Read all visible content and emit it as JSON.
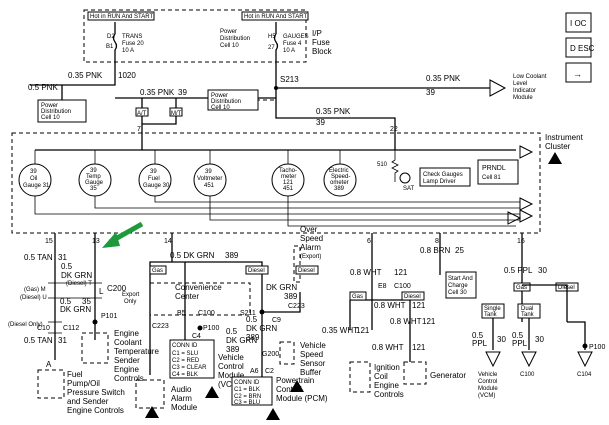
{
  "fuse_block": {
    "hot_left": "Hot in RUN And START",
    "hot_right": "Hot in RUN And START",
    "fuse20_pins": [
      "D2",
      "B1"
    ],
    "fuse20_lines": [
      "TRANS",
      "Fuse 20",
      "10 A"
    ],
    "fuse4_pins": [
      "H5",
      "27"
    ],
    "fuse4_lines": [
      "GAUGES",
      "Fuse 4",
      "10 A"
    ],
    "pd_cell10_lines": [
      "Power",
      "Distribution",
      "Cell 10"
    ],
    "ip_label_lines": [
      "I/P",
      "Fuse",
      "Block"
    ]
  },
  "legend_icons": [
    "I OC",
    "D ESC",
    "→"
  ],
  "top_wiring": {
    "wire_1020_left": "0.5 PNK",
    "wire_1020_mid": "0.35 PNK",
    "circuit_1020": "1020",
    "wire_39_left": "0.35 PNK",
    "circuit_39": "39",
    "splice_s213": "S213",
    "wire_39_right": "0.35 PNK",
    "circuit_39_right": "39",
    "wire_39_lower": "0.35 PNK",
    "circuit_39_lower": "39",
    "circuit_39_mid": "39",
    "wire_39_b": "0.35 PNK",
    "circuit_39_b": "39",
    "connector_pins": [
      "A/T",
      "M/T"
    ],
    "pd_box_left": [
      "Power",
      "Distribution",
      "Cell 10"
    ],
    "pd_box_mid": [
      "Power",
      "Distribution",
      "Cell 10"
    ],
    "low_coolant": [
      "Low Coolant",
      "Level",
      "Indicator",
      "Module"
    ],
    "pin_7": "7",
    "pin_22": "22"
  },
  "cluster": {
    "title_lines": [
      "Instrument",
      "Cluster"
    ],
    "gauges": [
      {
        "lines": [
          "39",
          "Oil",
          "Gauge 31"
        ]
      },
      {
        "lines": [
          "39",
          "Temp",
          "Gauge",
          "35"
        ]
      },
      {
        "lines": [
          "39",
          "Fuel",
          "Gauge 30"
        ]
      },
      {
        "lines": [
          "39",
          "Voltmeter",
          "451"
        ]
      },
      {
        "lines": [
          "Tacho-",
          "meter",
          "121",
          "451"
        ]
      },
      {
        "lines": [
          "Electric",
          "Speed-",
          "ometer",
          "389"
        ]
      }
    ],
    "resistor_label": "510",
    "sat_label": "SAT",
    "check_gauges": [
      "Check Gauges",
      "Lamp Driver"
    ],
    "prndl": [
      "PRNDL",
      "Cell 81"
    ]
  },
  "cluster_pins": {
    "p15": "15",
    "p13": "13",
    "p14": "14",
    "p6": "6",
    "p8": "8",
    "p16": "16"
  },
  "lower_wiring": {
    "w_tan": "0.5 TAN",
    "w_tan_c": "31",
    "w_dkgrn": "0.5",
    "w_dkgrn2": "DK GRN",
    "w_diesel_t": "(Diesel) T",
    "w_dkgrn_l": "L",
    "c200": "C200",
    "w_gas_m": "(Gas) M",
    "w_diesel_u": "(Diesel) U",
    "w_05": "0.5",
    "w_dkgrn3": "DK GRN",
    "w_35": "35",
    "c112": "C112",
    "c10": "C10",
    "diesel_only": "(Diesel Only)",
    "w_tan2": "0.5 TAN",
    "w_31b": "31",
    "p101": "P101",
    "engine_coolant": [
      "Engine",
      "Coolant",
      "Temperature",
      "Sender",
      "Engine",
      "Controls"
    ],
    "fuel_pump": [
      "Fuel",
      "Pump/Oil",
      "Pressure Switch",
      "and Sender",
      "Engine Controls"
    ],
    "label_a": "A",
    "w_dk389": "0.5 DK GRN",
    "w_389": "389",
    "export_only": [
      "Export",
      "Only"
    ],
    "gas_box": "Gas",
    "diesel_box": "Diesel",
    "over_speed": [
      "Over",
      "Speed",
      "Alarm",
      "(Export)"
    ],
    "convenience": [
      "Convenience",
      "Center"
    ],
    "c223": "C223",
    "b5": "B5",
    "c100": "C100",
    "w_05b": "0.5",
    "w_dkgrn4": "DK GRN",
    "w_389b": "389",
    "p100": "P100",
    "c4": "C4",
    "conn_label_a": [
      "CONN ID",
      "C1 = SLU",
      "C2 = RED",
      "C3 = CLEAR",
      "C4 = BLK"
    ],
    "vcm": [
      "Vehicle",
      "Control",
      "Module",
      "(VCM)"
    ],
    "audio": [
      "Audio",
      "Alarm",
      "Module"
    ],
    "s211": "S211",
    "dk_grn_389_a": "DK GRN",
    "dk_389_c223": "389",
    "c223b": "C223",
    "w_05c": "0.5",
    "dk_grn_c": "DK GRN",
    "w_389c": "389",
    "c9": "C9",
    "g200": "G200",
    "c2": "C2",
    "a6": "A6",
    "conn_label_b": [
      "CONN ID",
      "C1 = BLK",
      "C2 = BRN",
      "C3 = BLU"
    ],
    "pcm": [
      "Powertrain",
      "Control",
      "Module (PCM)"
    ],
    "vss": [
      "Vehicle",
      "Speed",
      "Sensor",
      "Buffer"
    ],
    "w_08wht": "0.8 WHT",
    "w_121": "121",
    "e8": "E8",
    "c100b": "C100",
    "w_08wht2": "0.8 WHT",
    "w_121b": "121",
    "w_035wht": "0.35 WHT",
    "w_121c": "121",
    "w_08wht3": "0.8 WHT",
    "w_121d": "121",
    "w_08wht4": "0.8 WHT",
    "w_121e": "121",
    "ignition": [
      "Ignition",
      "Coil",
      "Engine",
      "Controls"
    ],
    "generator": "Generator",
    "w_08brn": "0.8 BRN",
    "w_25": "25",
    "start_charge": [
      "Start And",
      "Charge",
      "Cell 30"
    ],
    "w_05ppl": "0.5 PPL",
    "w_30": "30",
    "single_tank": [
      "Single",
      "Tank"
    ],
    "dual_tank": [
      "Dual",
      "Tank"
    ],
    "gas_box2": "Gas",
    "diesel_box2": "Diesel",
    "w_05ppl2": "0.5",
    "w_ppl2": "PPL",
    "w_30b": "30",
    "w_05ppl3": "0.5",
    "w_ppl3": "PPL",
    "w_30c": "30",
    "p100b": "P100",
    "vcm2": [
      "Vehicle",
      "Control",
      "Module",
      "(VCM)"
    ],
    "c100_mod": "C100",
    "c104": "C104"
  },
  "accent": {
    "arrow": "#1c9a3c"
  }
}
